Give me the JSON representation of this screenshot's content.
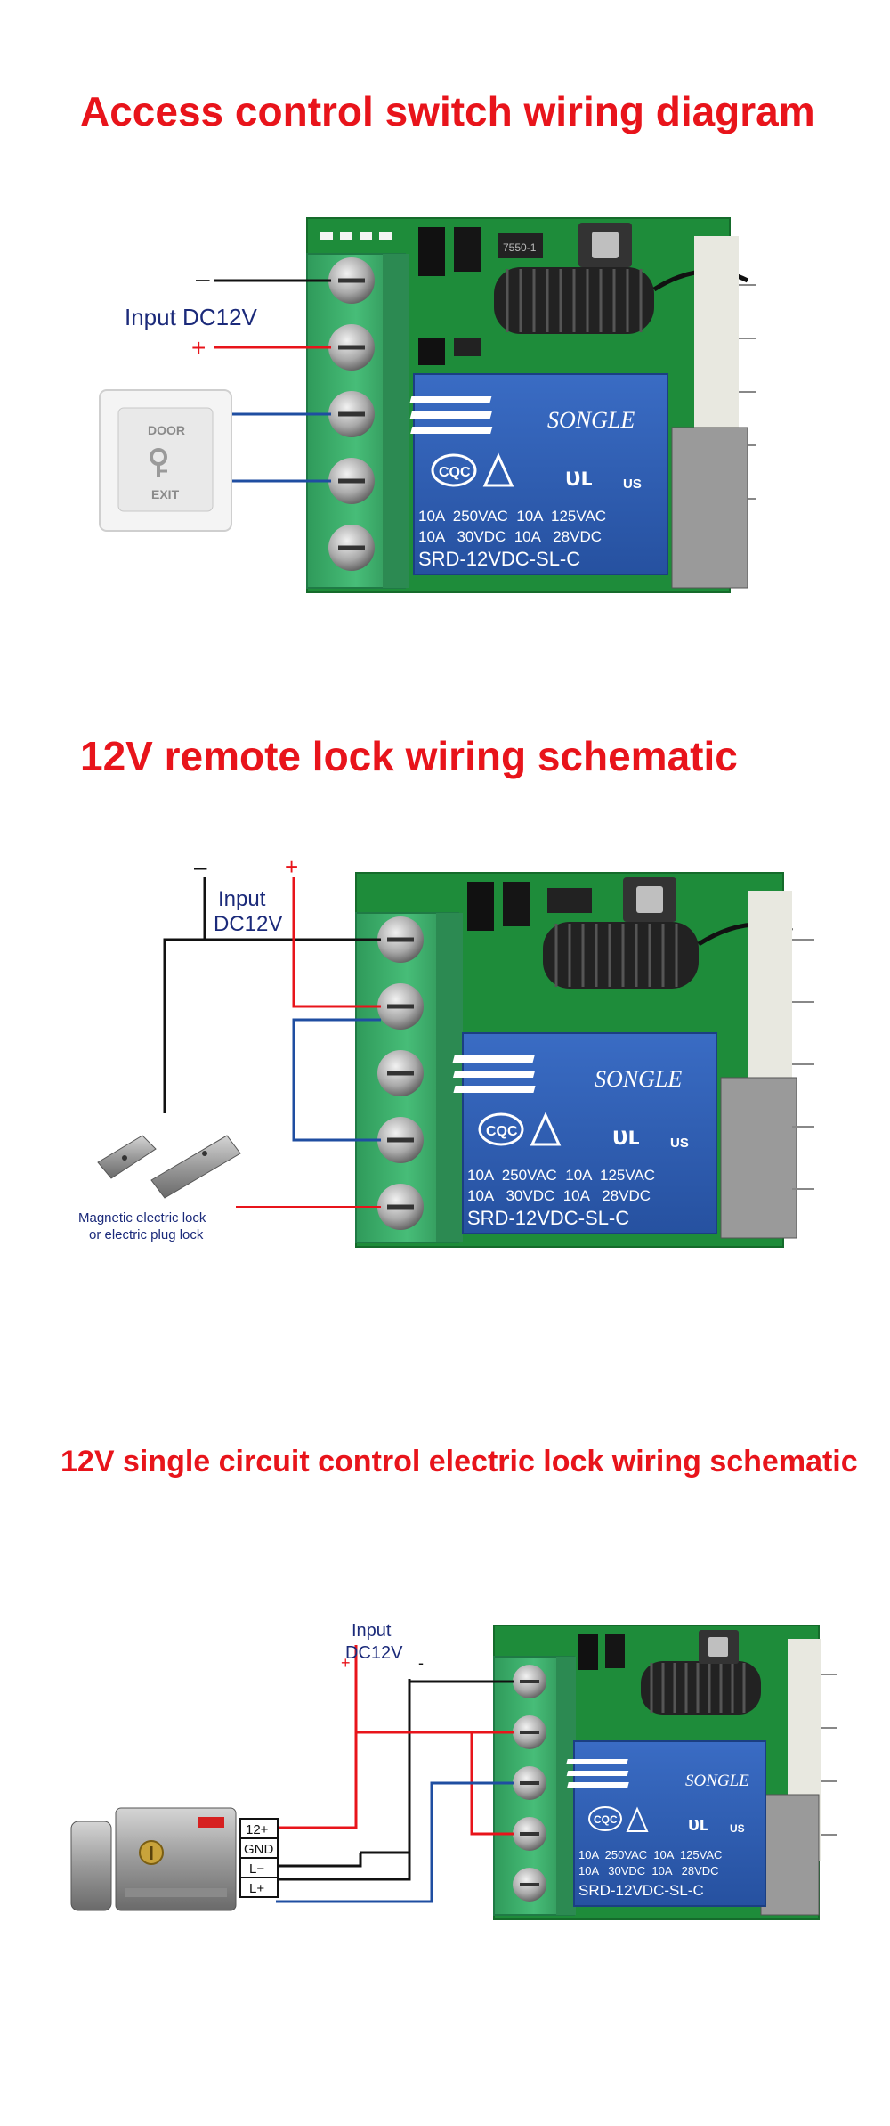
{
  "titles": {
    "section1": "Access control switch wiring diagram",
    "section2": "12V remote lock wiring schematic",
    "section3": "12V single circuit control electric lock wiring schematic"
  },
  "relay": {
    "brand": "SONGLE",
    "cert": "CQC",
    "ul": "US",
    "rating1": "10A  250VAC  10A  125VAC",
    "rating2": "10A   30VDC  10A   28VDC",
    "model": "SRD-12VDC-SL-C",
    "ic_label": "7550-1"
  },
  "section1": {
    "input_label": "Input DC12V",
    "minus": "–",
    "plus": "+",
    "button_top": "DOOR",
    "button_bottom": "EXIT"
  },
  "section2": {
    "input_line1": "Input",
    "input_line2": "DC12V",
    "minus": "–",
    "plus": "+",
    "lock_line1": "Magnetic electric lock",
    "lock_line2": "or electric plug lock"
  },
  "section3": {
    "input_line1": "Input",
    "input_line2": "DC12V",
    "plus": "+",
    "minus": "-",
    "terminals": [
      "12+",
      "GND",
      "L−",
      "L+"
    ]
  },
  "colors": {
    "title": "#e8141b",
    "wire_red": "#e8141b",
    "wire_blue": "#1f4ea1",
    "wire_black": "#111111",
    "pcb_green": "#1e8c3a",
    "terminal_green": "#3cae6a",
    "relay_blue": "#2f5fb3",
    "label_navy": "#1b2a7a"
  }
}
